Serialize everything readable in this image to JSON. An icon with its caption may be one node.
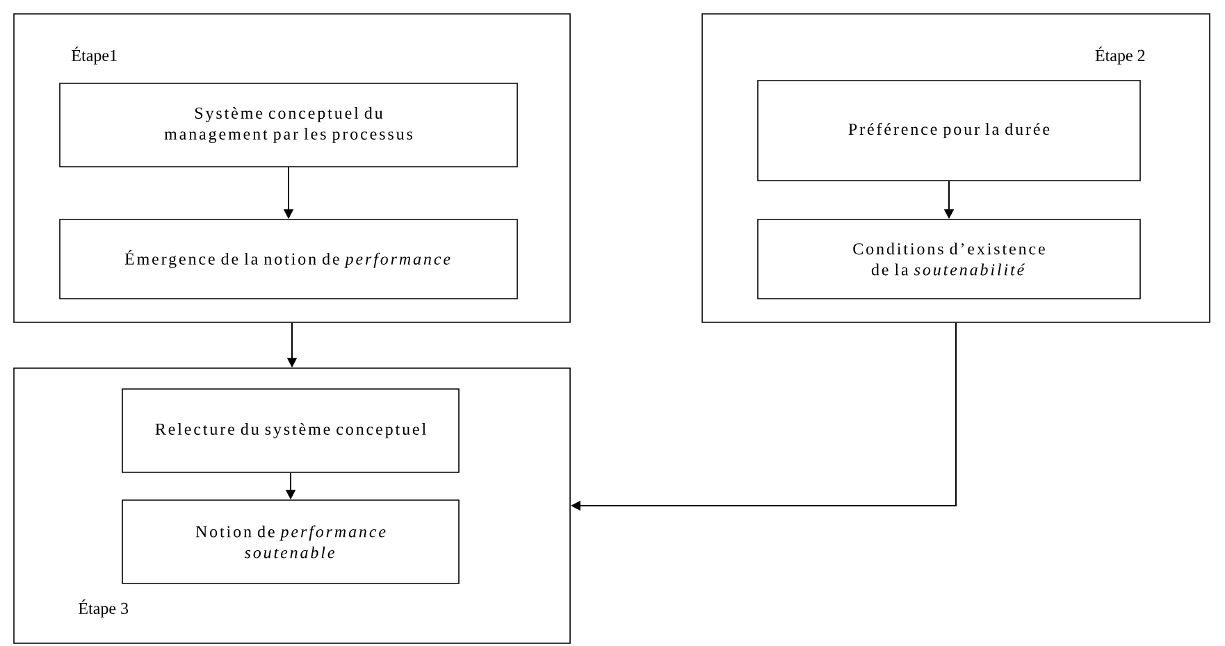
{
  "diagram": {
    "nodes": [
      {
        "text": [
          "Étape1"
        ]
      },
      {
        "text": [
          "Système conceptuel du management par les processus"
        ],
        "in": 0
      },
      {
        "text": [
          "Émergence de la notion de *performance*"
        ],
        "in": 0
      },
      {
        "text": [
          "Étape 2"
        ]
      },
      {
        "text": [
          "Préférence pour la durée"
        ],
        "in": 3
      },
      {
        "text": [
          "Conditions d’existence de la *soutenabilité*"
        ],
        "in": 3
      },
      {
        "text": [
          "Étape 3"
        ]
      },
      {
        "text": [
          "Relecture du système conceptuel"
        ],
        "in": 6
      },
      {
        "text": [
          "Notion de *performance soutenable*"
        ],
        "in": 6
      }
    ],
    "edges": [
      {
        "from": 1,
        "to": 2,
        "arrow": "to"
      },
      {
        "from": 4,
        "to": 5,
        "arrow": "to"
      },
      {
        "from": 0,
        "to": 6,
        "arrow": "to"
      },
      {
        "from": 3,
        "to": 6,
        "arrow": "to"
      },
      {
        "from": 7,
        "to": 8,
        "arrow": "to"
      }
    ]
  }
}
